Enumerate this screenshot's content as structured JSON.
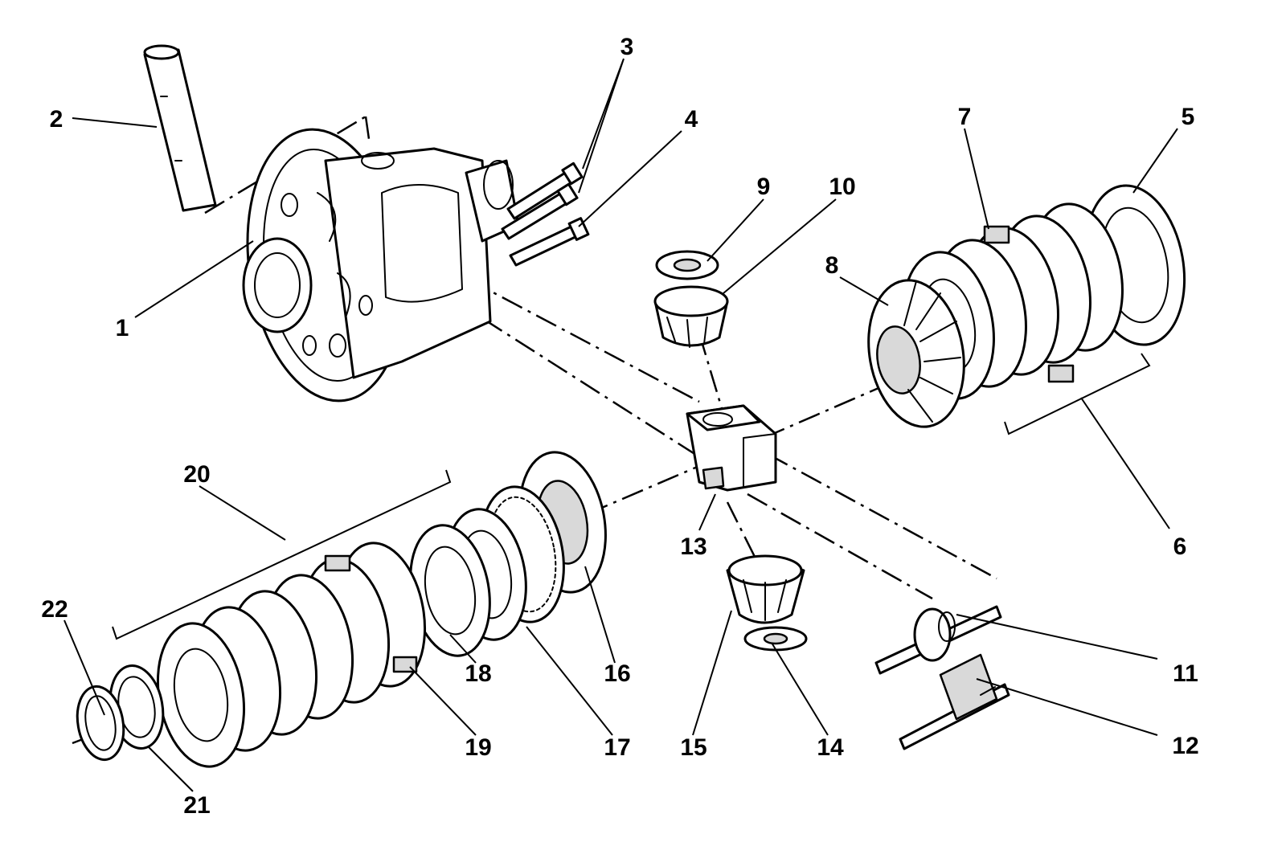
{
  "callouts": [
    "1",
    "2",
    "3",
    "4",
    "5",
    "6",
    "7",
    "8",
    "9",
    "10",
    "11",
    "12",
    "13",
    "14",
    "15",
    "16",
    "17",
    "18",
    "19",
    "20",
    "21",
    "22"
  ]
}
